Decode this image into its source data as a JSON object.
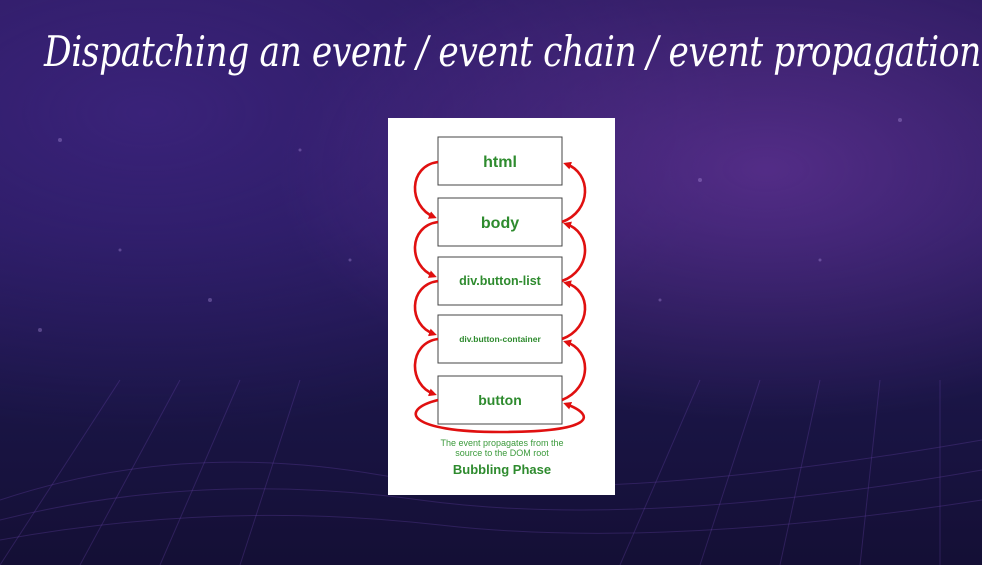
{
  "slide": {
    "title": "Dispatching an event / event chain / event propagation -"
  },
  "diagram": {
    "nodes": [
      "html",
      "body",
      "div.button-list",
      "div.button-container",
      "button"
    ],
    "caption_line1": "The event propagates from the",
    "caption_line2": "source to the DOM root",
    "phase": "Bubbling Phase",
    "colors": {
      "arrow": "#e01010",
      "label": "#2e8b2e",
      "box_border": "#444444"
    }
  }
}
